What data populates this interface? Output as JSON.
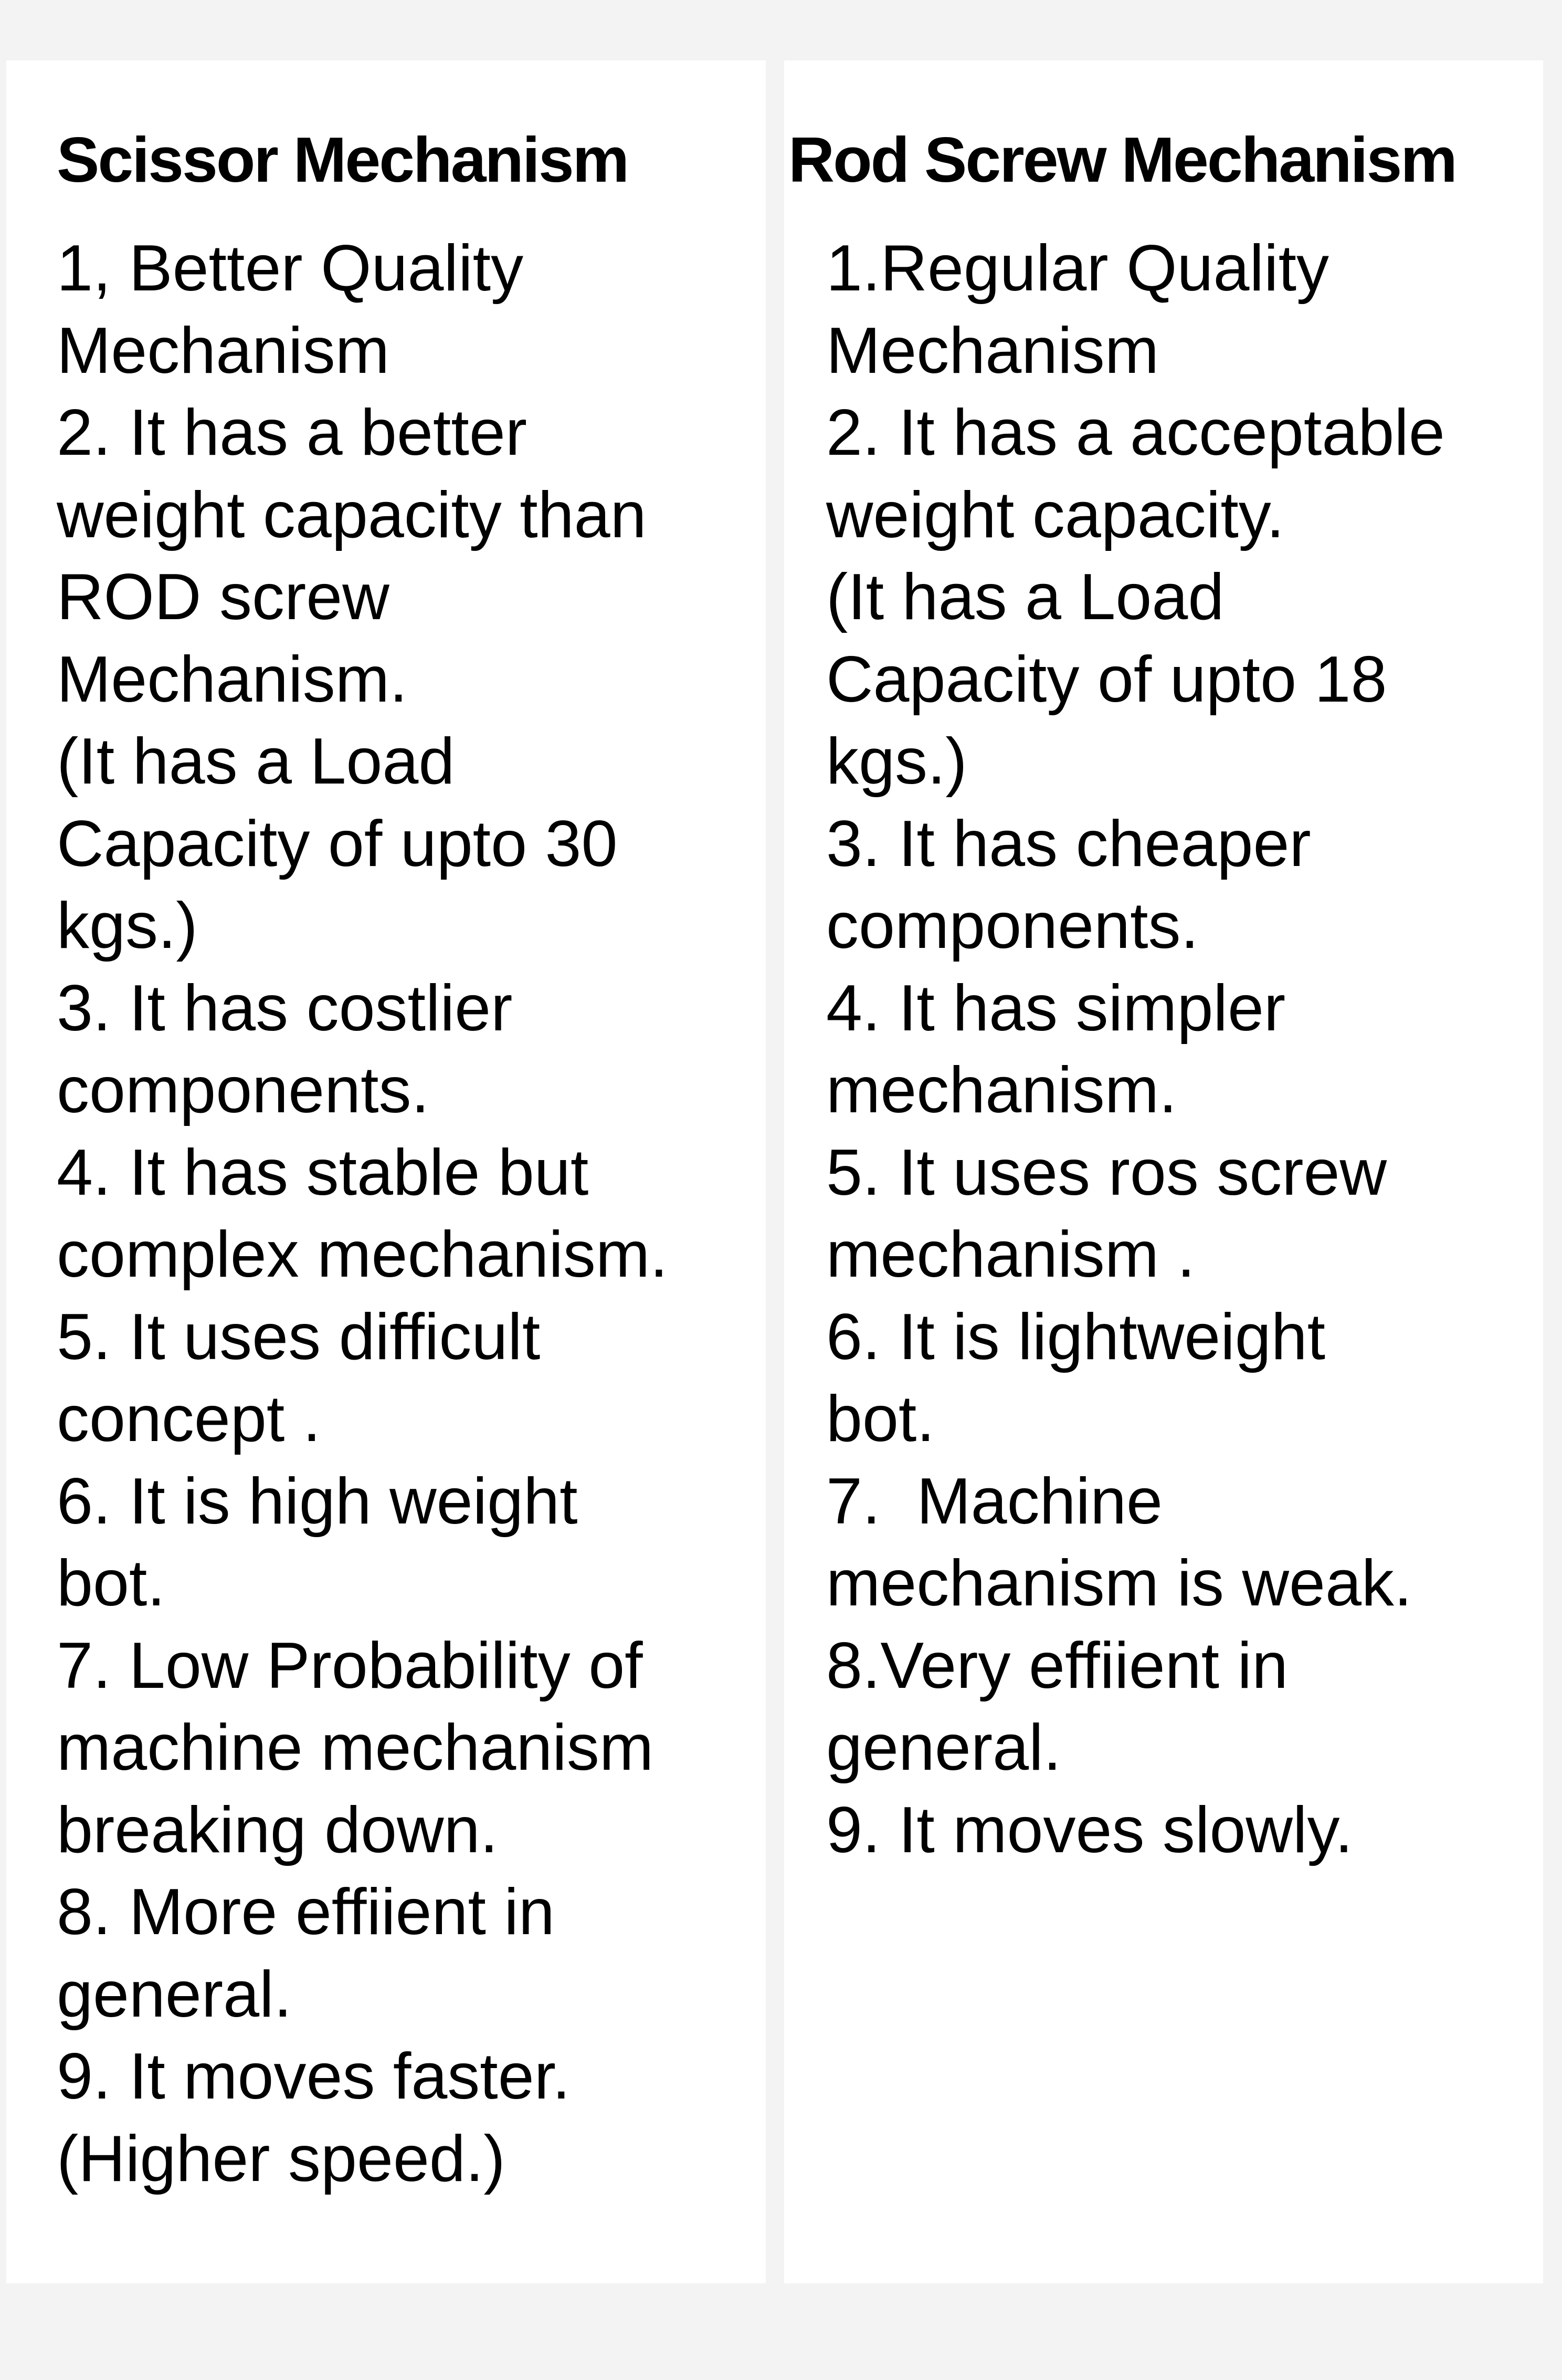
{
  "columns": [
    {
      "heading": "Scissor Mechanism",
      "lines": [
        "1, Better Quality",
        "Mechanism",
        "2. It has a better",
        "weight capacity than",
        "ROD screw",
        "Mechanism.",
        "(It has a Load",
        "Capacity of upto 30",
        "kgs.)",
        "3. It has costlier",
        "components.",
        "4. It has stable but",
        "complex mechanism.",
        "5. It uses difficult",
        "concept .",
        "6. It is high weight",
        "bot.",
        "7. Low Probability of",
        "machine mechanism",
        "breaking down.",
        "8. More effiient in",
        "general.",
        "9. It moves faster.",
        "(Higher speed.)"
      ]
    },
    {
      "heading": "Rod Screw Mechanism",
      "lines": [
        "1.Regular Quality",
        "Mechanism",
        "2. It has a acceptable",
        "weight capacity.",
        "(It has a Load",
        "Capacity of upto 18",
        "kgs.)",
        "3. It has cheaper",
        "components.",
        "4. It has simpler",
        "mechanism.",
        "5. It uses ros screw",
        "mechanism .",
        "6. It is lightweight",
        "bot.",
        "7.  Machine",
        "mechanism is weak.",
        "8.Very effiient in",
        "general.",
        "9. It moves slowly."
      ]
    }
  ]
}
